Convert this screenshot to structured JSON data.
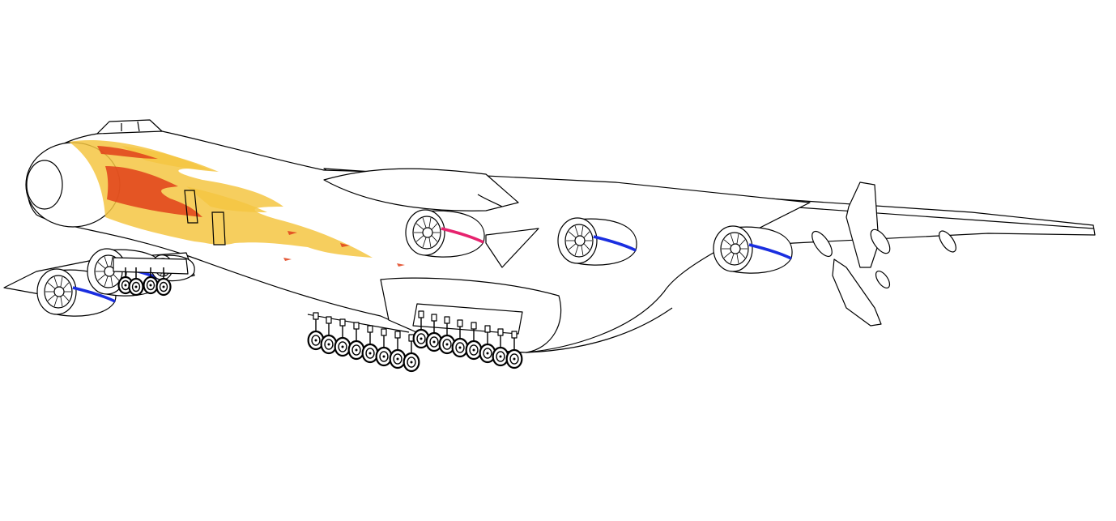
{
  "image": {
    "subject": "cargo-aircraft-line-drawing",
    "background_color": "#ffffff",
    "line_color": "#000000"
  },
  "colors": {
    "flame_outer": "#f4c542",
    "flame_inner": "#e0401a",
    "engine_stripe_blue": "#1a2ee0",
    "engine_stripe_pink": "#e6236e"
  },
  "aircraft": {
    "engine_count": 6,
    "main_gear_wheel_count": 16,
    "nose_gear_wheel_count": 4,
    "livery": "flames-on-nose"
  }
}
